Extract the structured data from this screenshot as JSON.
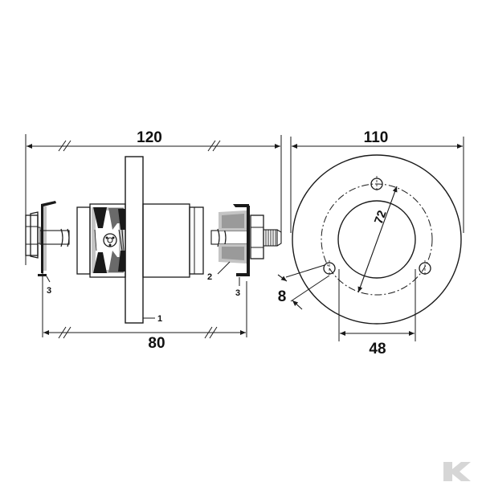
{
  "dimensions": {
    "overall_width": "120",
    "hub_width": "80",
    "outer_diameter": "110",
    "bolt_circle": "72",
    "bore": "48",
    "hole": "8"
  },
  "parts": {
    "hub": "1",
    "bolt": "2",
    "washer_left": "3",
    "washer_right": "3"
  },
  "watermark": {
    "logo_text": "K"
  }
}
